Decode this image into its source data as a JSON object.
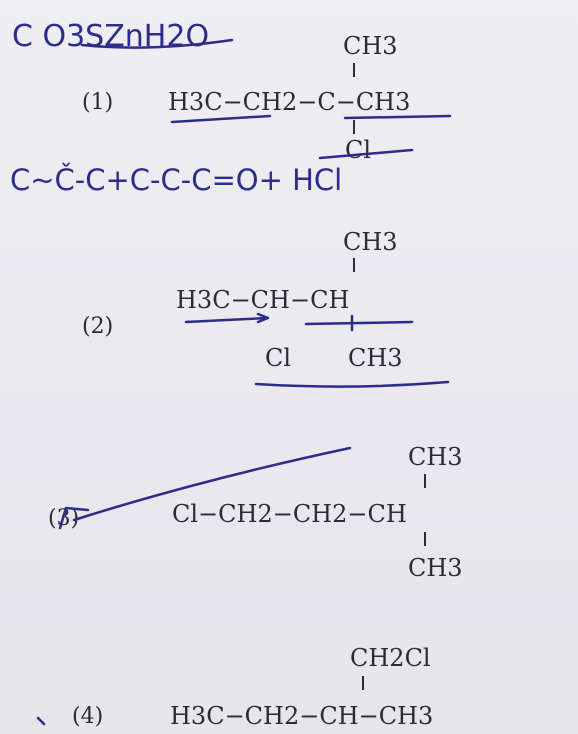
{
  "note": {
    "top": "C  O3SZnH2O",
    "middle": "C~Č-C+C-C-C=O+ HCl"
  },
  "options": [
    {
      "number": "(1)",
      "top": "CH3",
      "main": "H3C−CH2−C−CH3",
      "bottom": "Cl"
    },
    {
      "number": "(2)",
      "top": "CH3",
      "main": "H3C−CH−CH",
      "bottom_left": "Cl",
      "bottom_right": "CH3"
    },
    {
      "number": "(3)",
      "top": "CH3",
      "main": "Cl−CH2−CH2−CH",
      "bottom": "CH3"
    },
    {
      "number": "(4)",
      "top": "CH2Cl",
      "main": "H3C−CH2−CH−CH3"
    }
  ]
}
